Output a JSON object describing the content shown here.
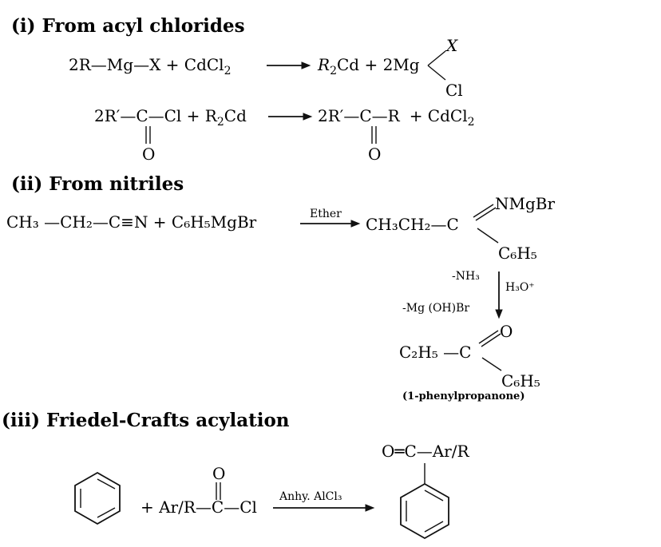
{
  "sections": [
    {
      "title": "(i) From acyl chlorides"
    },
    {
      "title": "(ii) From nitriles"
    },
    {
      "title": "(iii) Friedel-Crafts acylation"
    }
  ],
  "acyl_chlorides": {
    "eq1": {
      "reactant": "2R—Mg—X + CdCl",
      "reactant_sub": "2",
      "product1": "R",
      "product1_sub": "2",
      "product1_rest": "Cd + 2Mg",
      "x_label": "X",
      "cl_label": "Cl"
    },
    "eq2": {
      "r_prefix": "2R′—C—Cl + R",
      "r_sub": "2",
      "r_suffix": "Cd",
      "p_prefix": "2R′—C—R",
      "p_suffix": "+ CdCl",
      "p_sub": "2",
      "oxygen": "O"
    }
  },
  "nitriles": {
    "reactant": "CH₃ —CH₂—C≡N + C₆H₅MgBr",
    "reagent": "Ether",
    "intermediate": "CH₃CH₂—C",
    "nmgbr": "NMgBr",
    "c6h5": "C₆H₅",
    "minus_nh3": "-NH₃",
    "h3o": "H₃O⁺",
    "minus_mgohbr": "-Mg (OH)Br",
    "product": "C₂H₅ —C",
    "product_o": "O",
    "product_c6h5": "C₆H₅",
    "product_name": "(1-phenylpropanone)"
  },
  "friedel_crafts": {
    "reagent_text": "+ Ar/R—C—Cl",
    "oxygen": "O",
    "catalyst": "Anhy. AlCl₃",
    "product_group": "O═C—Ar/R"
  }
}
